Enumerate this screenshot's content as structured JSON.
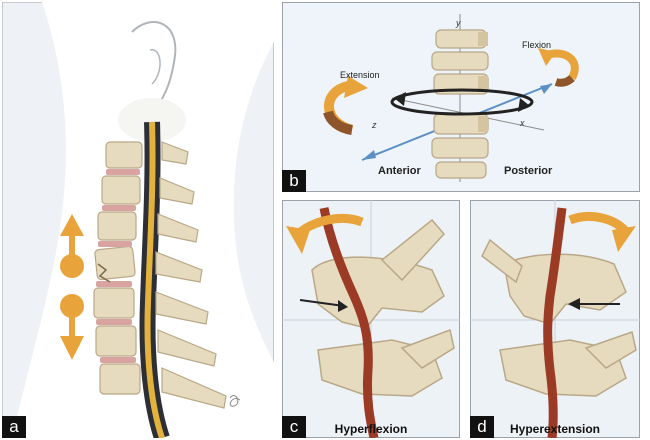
{
  "panels": {
    "a": {
      "tag": "a"
    },
    "b": {
      "tag": "b",
      "axis_y": "y",
      "axis_z": "z",
      "axis_x": "x",
      "extension": "Extension",
      "flexion": "Flexion",
      "anterior": "Anterior",
      "posterior": "Posterior"
    },
    "c": {
      "tag": "c",
      "caption": "Hyperflexion"
    },
    "d": {
      "tag": "d",
      "caption": "Hyperextension"
    }
  },
  "colors": {
    "panel_border": "#9aa3aa",
    "skin_bg": "#edf2f6",
    "bone": "#e6dbbf",
    "bone_shadow": "#b9a887",
    "disc": "#d9a3a0",
    "cord_dark": "#2d2f36",
    "cord_gold": "#e3b23c",
    "arrow_orange": "#e8a33a",
    "arrow_brown": "#8d5529",
    "artery": "#9b3b26",
    "axis_blue": "#5d8fc7"
  }
}
